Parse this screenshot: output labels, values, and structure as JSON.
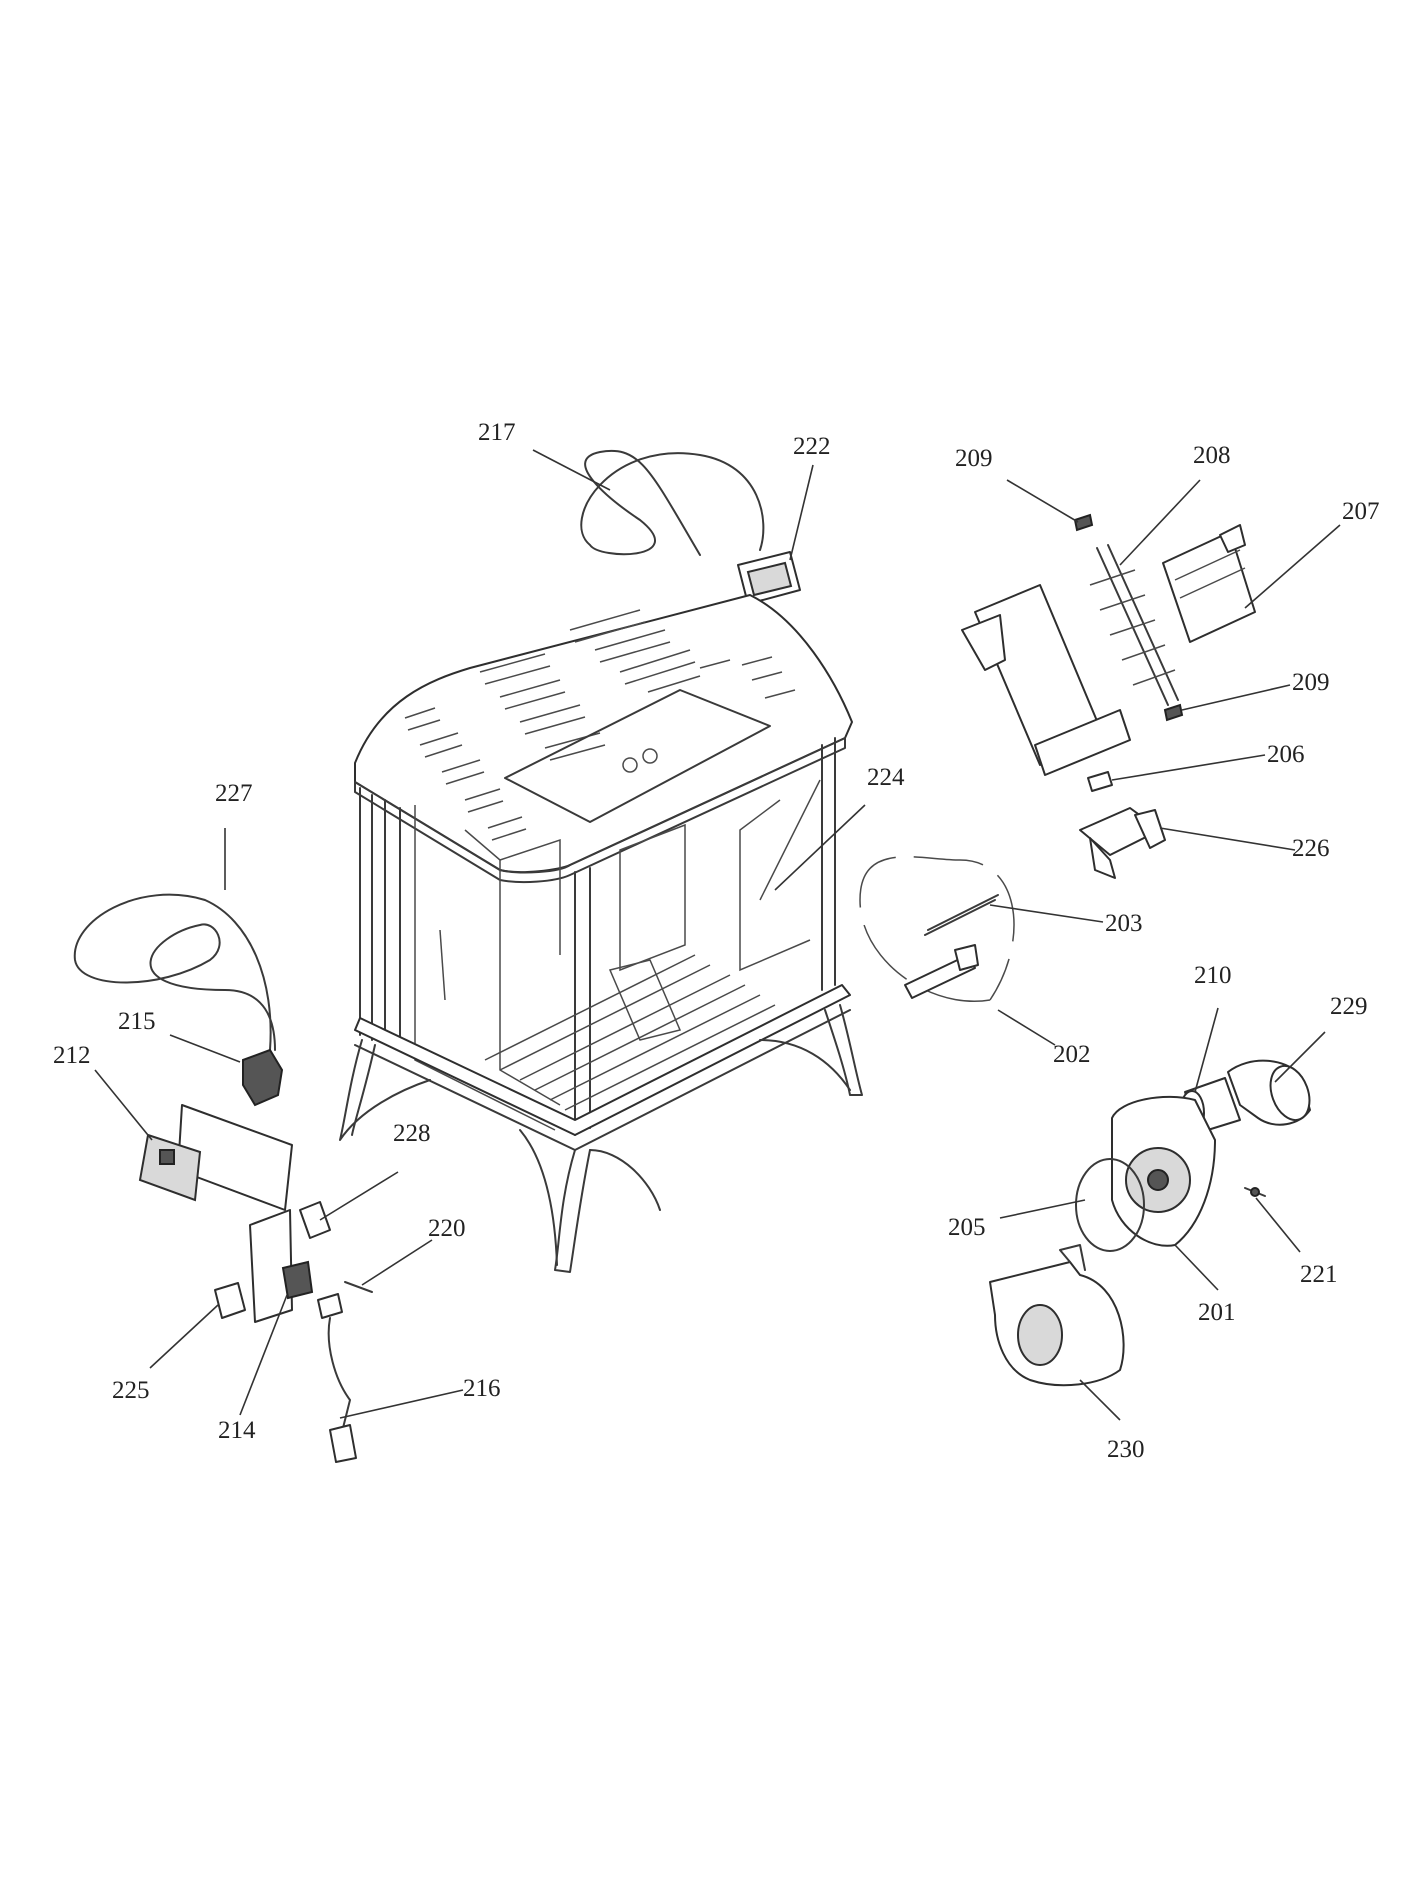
{
  "callouts": {
    "c217": "217",
    "c222": "222",
    "c209a": "209",
    "c208": "208",
    "c207": "207",
    "c209b": "209",
    "c206": "206",
    "c226": "226",
    "c224": "224",
    "c203": "203",
    "c202": "202",
    "c227": "227",
    "c215": "215",
    "c212": "212",
    "c228": "228",
    "c220": "220",
    "c225": "225",
    "c214": "214",
    "c216": "216",
    "c210": "210",
    "c229": "229",
    "c205": "205",
    "c221": "221",
    "c201": "201",
    "c230": "230"
  }
}
